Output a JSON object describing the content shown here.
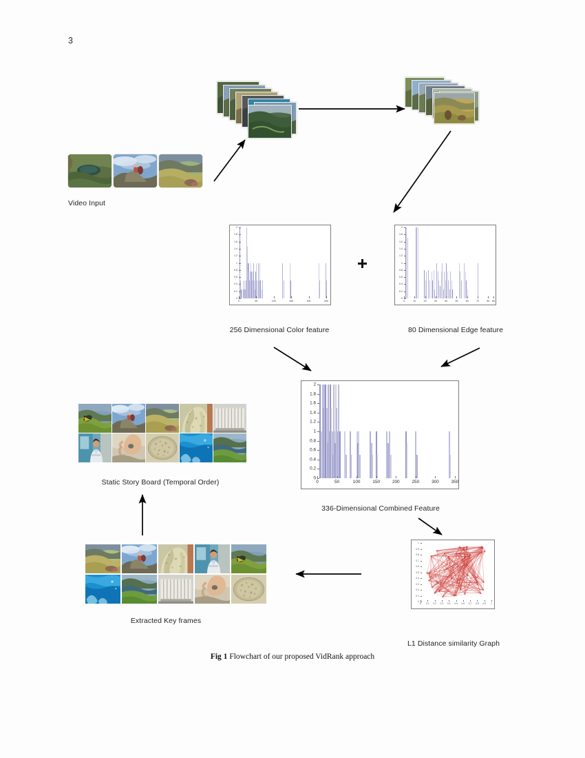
{
  "document": {
    "page_number": "3",
    "figure_label": "Fig 1",
    "figure_caption": "Flowchart of our proposed VidRank approach"
  },
  "labels": {
    "video_input": "Video Input",
    "color_feature": "256 Dimensional Color feature",
    "edge_feature": "80 Dimensional Edge feature",
    "combined_feature": "336-Dimensional Combined Feature",
    "similarity_graph": "L1 Distance similarity Graph",
    "keyframes": "Extracted Key frames",
    "storyboard": "Static Story Board (Temporal Order)",
    "plus": "+"
  },
  "colors": {
    "bar_fill": "#8e8ec6",
    "bar_fill_light": "#b9b9da",
    "axis": "#7d7d7d",
    "graph_edge": "#cc3b36",
    "arrow": "#000000",
    "text": "#1f1f1f"
  },
  "chart_data": [
    {
      "id": "color-feature",
      "type": "bar",
      "title": "256 Dimensional Color feature",
      "xlabel": "",
      "ylabel": "",
      "xlim": [
        0,
        256
      ],
      "ylim": [
        0,
        2
      ],
      "xticks": [
        0,
        50,
        100,
        150,
        200,
        250
      ],
      "yticks": [
        0,
        0.2,
        0.4,
        0.6,
        0.8,
        1,
        1.2,
        1.4,
        1.6,
        1.8,
        2
      ],
      "grid": false,
      "x": [
        1,
        2,
        3,
        5,
        8,
        11,
        13,
        15,
        18,
        20,
        22,
        24,
        25,
        26,
        28,
        30,
        31,
        33,
        35,
        37,
        40,
        42,
        44,
        46,
        48,
        50,
        52,
        55,
        58,
        60,
        62,
        64,
        66,
        125,
        128,
        145,
        148,
        228,
        231,
        248,
        251
      ],
      "values": [
        2,
        0.8,
        0.5,
        0.25,
        0.25,
        0.5,
        0.25,
        0.5,
        0.25,
        0.5,
        2,
        1.45,
        1,
        0.75,
        1,
        0.5,
        0.75,
        1,
        0.75,
        0.5,
        0.75,
        1,
        0.5,
        0.25,
        0.75,
        1,
        0.5,
        1,
        0.5,
        1,
        0.5,
        0.25,
        0.5,
        1,
        0.5,
        1,
        0.5,
        1,
        0.5,
        1,
        0.5
      ]
    },
    {
      "id": "edge-feature",
      "type": "bar",
      "title": "80 Dimensional Edge feature",
      "xlabel": "",
      "ylabel": "",
      "xlim": [
        0,
        85
      ],
      "ylim": [
        0,
        2
      ],
      "xticks": [
        0,
        10,
        20,
        30,
        40,
        50,
        60,
        70,
        80,
        85
      ],
      "yticks": [
        0,
        0.2,
        0.4,
        0.6,
        0.8,
        1,
        1.2,
        1.4,
        1.6,
        1.8,
        2
      ],
      "grid": false,
      "x": [
        1,
        2,
        3,
        11,
        12,
        13,
        19,
        20,
        21,
        23,
        24,
        26,
        27,
        28,
        29,
        31,
        32,
        33,
        34,
        35,
        36,
        37,
        38,
        39,
        40,
        41,
        42,
        43,
        44,
        45,
        46,
        52,
        53,
        54,
        57,
        58,
        59,
        60,
        70
      ],
      "values": [
        2,
        2,
        1.7,
        2,
        2,
        2,
        0.8,
        0.5,
        0.75,
        0.8,
        0.5,
        0.75,
        0.5,
        0.8,
        0.25,
        1,
        0.75,
        0.5,
        0.35,
        0.75,
        1,
        0.25,
        0.75,
        0.5,
        1,
        0.75,
        0.5,
        0.25,
        0.75,
        0.5,
        0.25,
        1,
        0.75,
        0.5,
        1,
        0.75,
        0.5,
        0.25,
        1
      ]
    },
    {
      "id": "combined-feature",
      "type": "bar",
      "title": "336-Dimensional Combined Feature",
      "xlabel": "",
      "ylabel": "",
      "xlim": [
        0,
        350
      ],
      "ylim": [
        0,
        2
      ],
      "xticks": [
        0,
        50,
        100,
        150,
        200,
        250,
        300,
        350
      ],
      "yticks": [
        0,
        0.2,
        0.4,
        0.6,
        0.8,
        1,
        1.2,
        1.4,
        1.6,
        1.8,
        2
      ],
      "grid": false,
      "x": [
        6,
        9,
        12,
        14,
        16,
        18,
        20,
        22,
        24,
        26,
        28,
        30,
        32,
        34,
        36,
        38,
        40,
        42,
        44,
        46,
        48,
        50,
        52,
        54,
        56,
        69,
        71,
        82,
        84,
        99,
        101,
        104,
        106,
        133,
        136,
        139,
        148,
        151,
        175,
        178,
        182,
        185,
        224,
        226,
        249,
        252,
        334,
        336
      ],
      "values": [
        2,
        1,
        2,
        1.5,
        2,
        1,
        2,
        1.5,
        0.75,
        2,
        1,
        0.5,
        2,
        1.5,
        1,
        0.5,
        2,
        1,
        0.75,
        2,
        1.5,
        1,
        2,
        0.5,
        1,
        1,
        0.5,
        1,
        0.5,
        1,
        0.75,
        1,
        0.5,
        1,
        0.75,
        0.5,
        1,
        0.5,
        1,
        0.75,
        1,
        0.5,
        1,
        0.75,
        1,
        0.5,
        1,
        0.5
      ]
    },
    {
      "id": "similarity-graph",
      "type": "scatter",
      "title": "L1 Distance similarity Graph",
      "xlabel": "",
      "ylabel": "",
      "xlim": [
        0,
        1
      ],
      "ylim": [
        0,
        1
      ],
      "xticks": [
        0,
        0.1,
        0.2,
        0.3,
        0.4,
        0.5,
        0.6,
        0.7,
        0.8,
        0.9,
        1
      ],
      "yticks": [
        0,
        0.1,
        0.2,
        0.3,
        0.4,
        0.5,
        0.6,
        0.7,
        0.8,
        0.9,
        1
      ],
      "grid": false,
      "node_count": 44,
      "edge_color": "#cc3b36",
      "description": "Fully connected red similarity graph over normalized L1 distances"
    }
  ],
  "video_input": {
    "frames": [
      {
        "name": "lake-valley-frame"
      },
      {
        "name": "climbers-on-rock-frame"
      },
      {
        "name": "mountain-meadow-frame"
      }
    ]
  },
  "frame_stack_1": {
    "count": 9,
    "name": "raw-video-frame-stack"
  },
  "frame_stack_2": {
    "count": 7,
    "name": "sampled-video-frame-stack"
  },
  "storyboard": {
    "frames": [
      {
        "name": "bird-on-grass"
      },
      {
        "name": "climber-on-peak"
      },
      {
        "name": "mountain-meadow"
      },
      {
        "name": "rock-texture"
      },
      {
        "name": "white-cage"
      },
      {
        "name": "man-in-lab"
      },
      {
        "name": "hand-holding-stone"
      },
      {
        "name": "rock-surface"
      },
      {
        "name": "underwater-blue"
      },
      {
        "name": "green-fjord"
      }
    ]
  },
  "keyframes": {
    "frames": [
      {
        "name": "mountain-meadow"
      },
      {
        "name": "climber-on-peak"
      },
      {
        "name": "rock-texture"
      },
      {
        "name": "man-in-lab"
      },
      {
        "name": "bird-on-grass"
      },
      {
        "name": "underwater-blue"
      },
      {
        "name": "green-fjord"
      },
      {
        "name": "white-cage"
      },
      {
        "name": "hand-holding-stone"
      },
      {
        "name": "rock-surface"
      }
    ]
  }
}
